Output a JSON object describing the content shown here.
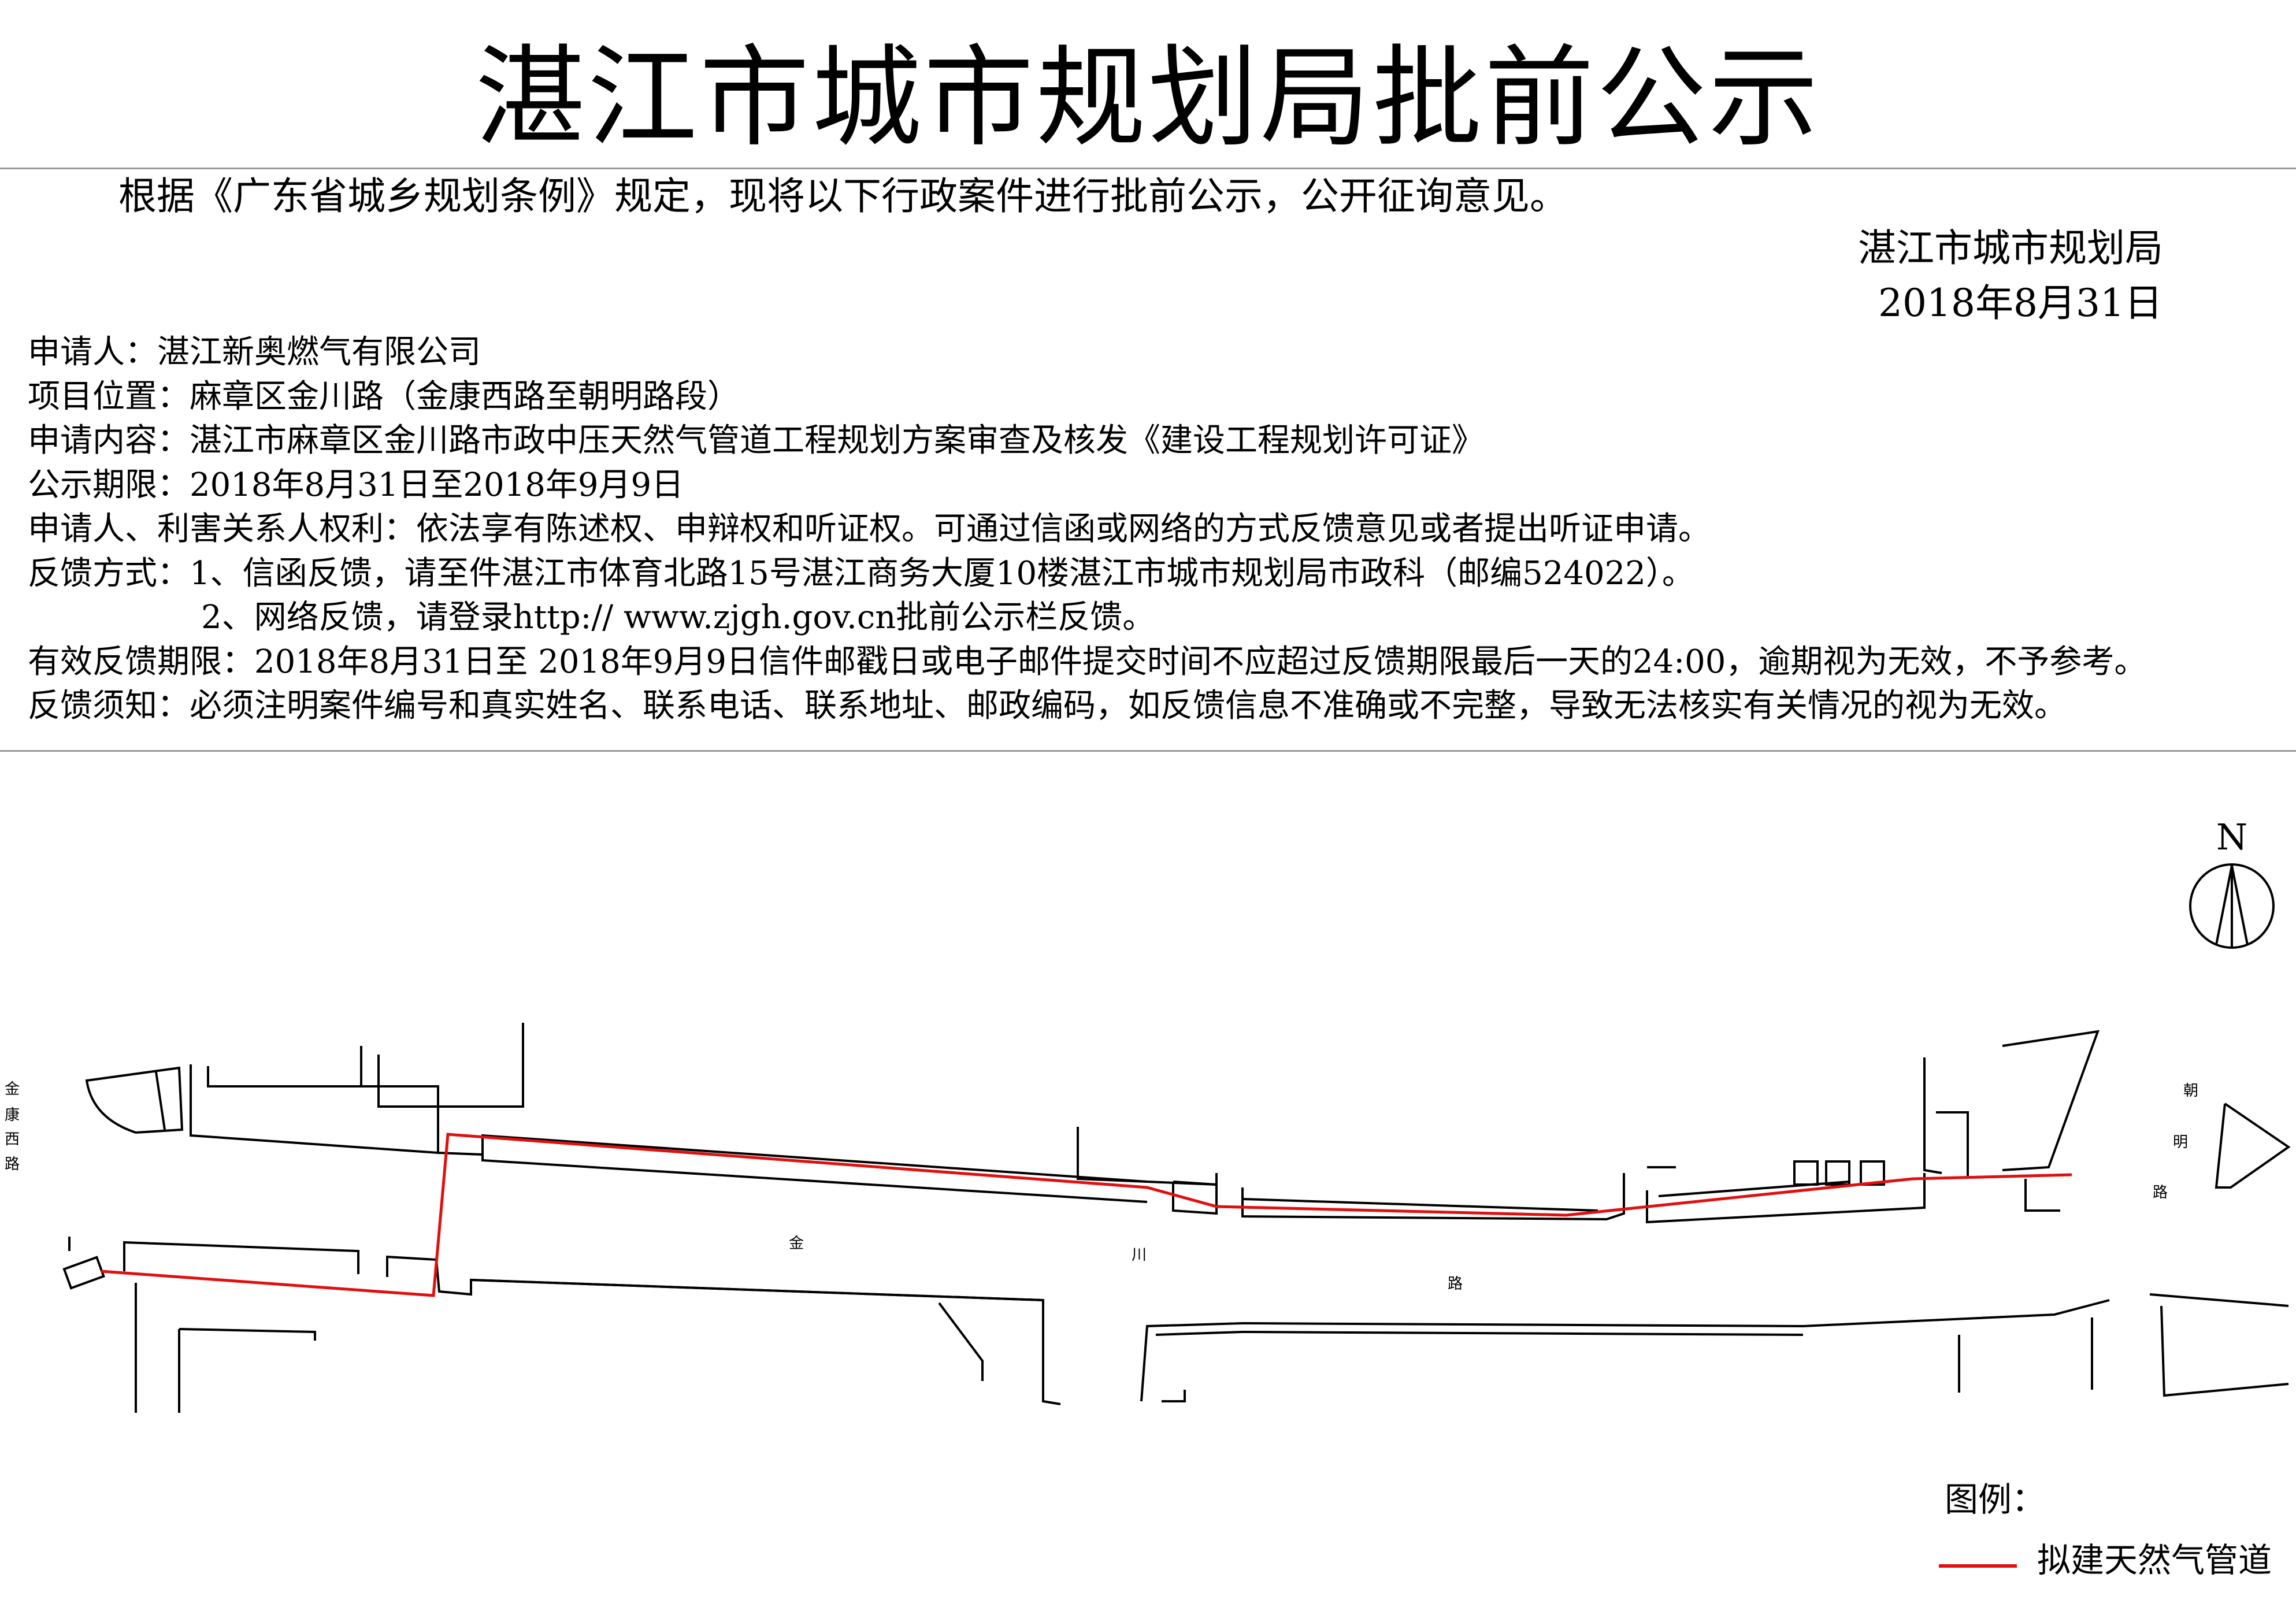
{
  "header": {
    "title": "湛江市城市规划局批前公示"
  },
  "notice": {
    "intro": "根据《广东省城乡规划条例》规定，现将以下行政案件进行批前公示，公开征询意见。",
    "issuer": "湛江市城市规划局",
    "date": "2018年8月31日"
  },
  "details": {
    "applicant": "申请人：湛江新奥燃气有限公司",
    "location": "项目位置：麻章区金川路（金康西路至朝明路段）",
    "content": "申请内容：湛江市麻章区金川路市政中压天然气管道工程规划方案审查及核发《建设工程规划许可证》",
    "period": "公示期限：2018年8月31日至2018年9月9日",
    "rights": "申请人、利害关系人权利：依法享有陈述权、申辩权和听证权。可通过信函或网络的方式反馈意见或者提出听证申请。",
    "feedback_1": "反馈方式：1、信函反馈，请至件湛江市体育北路15号湛江商务大厦10楼湛江市城市规划局市政科（邮编524022）。",
    "feedback_2": "2、网络反馈，请登录http:// www.zjgh.gov.cn批前公示栏反馈。",
    "deadline": "有效反馈期限：2018年8月31日至 2018年9月9日信件邮戳日或电子邮件提交时间不应超过反馈期限最后一天的24:00，逾期视为无效，不予参考。",
    "notes": "反馈须知：必须注明案件编号和真实姓名、联系电话、联系地址、邮政编码，如反馈信息不准确或不完整，导致无法核实有关情况的视为无效。"
  },
  "map": {
    "north_label": "N",
    "road_west": [
      "金",
      "康",
      "西",
      "路"
    ],
    "road_main": [
      "金",
      "川",
      "路"
    ],
    "road_east": [
      "朝",
      "明",
      "路"
    ],
    "pipeline_color": "#e01010"
  },
  "legend": {
    "title": "图例：",
    "pipeline_label": "拟建天然气管道"
  }
}
